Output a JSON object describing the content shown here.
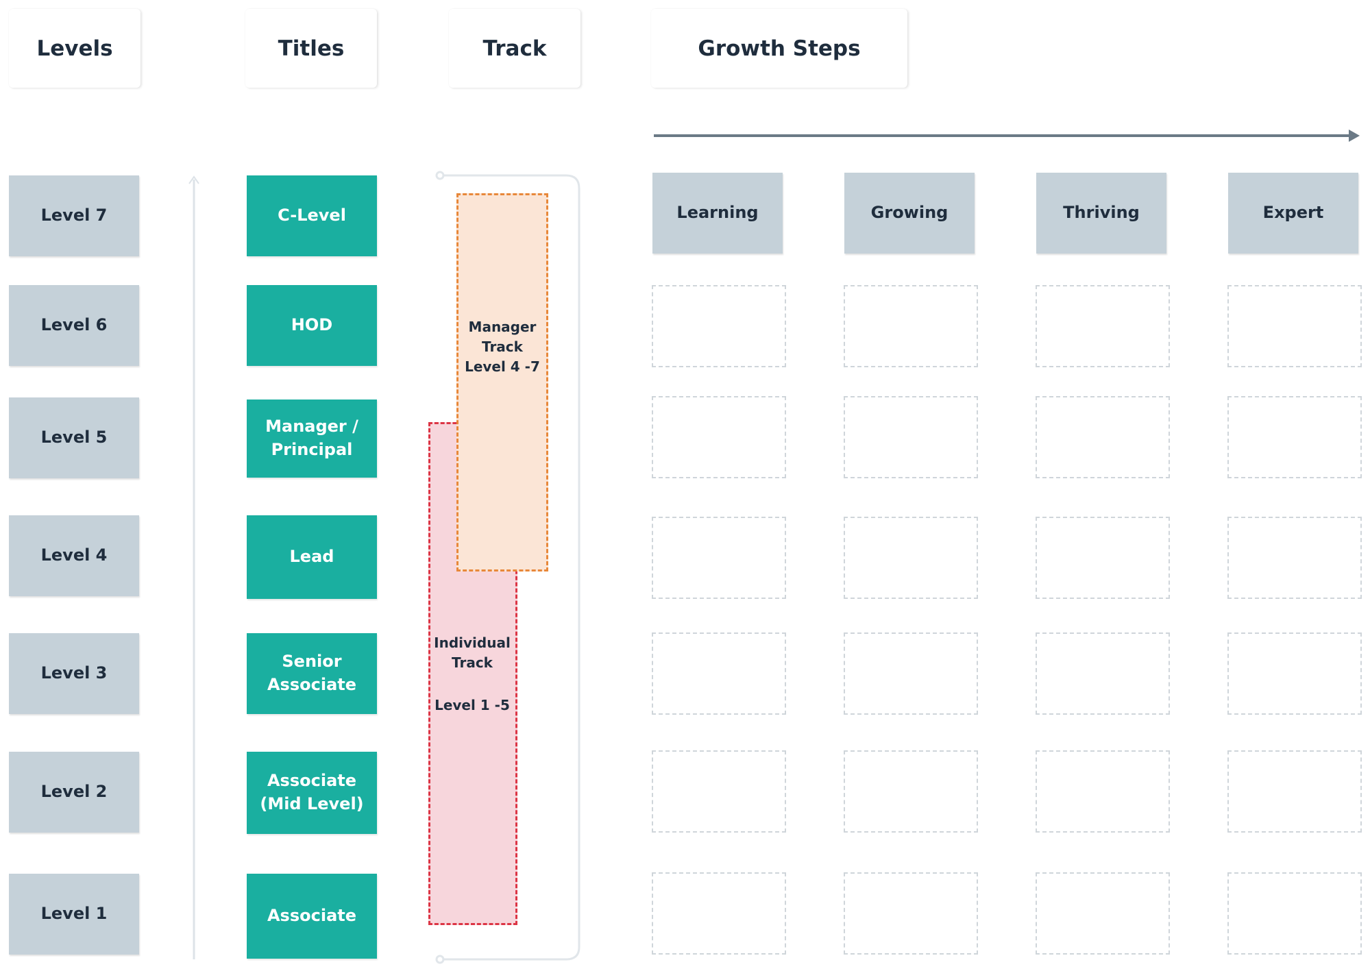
{
  "headers": {
    "levels": "Levels",
    "titles": "Titles",
    "track": "Track",
    "growth_steps": "Growth Steps"
  },
  "levels": [
    "Level 7",
    "Level 6",
    "Level 5",
    "Level 4",
    "Level 3",
    "Level 2",
    "Level 1"
  ],
  "titles": [
    "C-Level",
    "HOD",
    "Manager /\nPrincipal",
    "Lead",
    "Senior\nAssociate",
    "Associate\n(Mid Level)",
    "Associate"
  ],
  "tracks": {
    "manager": "Manager\nTrack\nLevel 4 -7",
    "individual_line1": "Individual\nTrack",
    "individual_line2": "Level 1 -5"
  },
  "growth_steps": [
    "Learning",
    "Growing",
    "Thriving",
    "Expert"
  ],
  "colors": {
    "level_box": "#c5d1d9",
    "title_box": "#1aafa0",
    "manager_track": "#fbe5d6",
    "individual_track": "#f7d6dc",
    "arrow": "#6b7a86"
  }
}
